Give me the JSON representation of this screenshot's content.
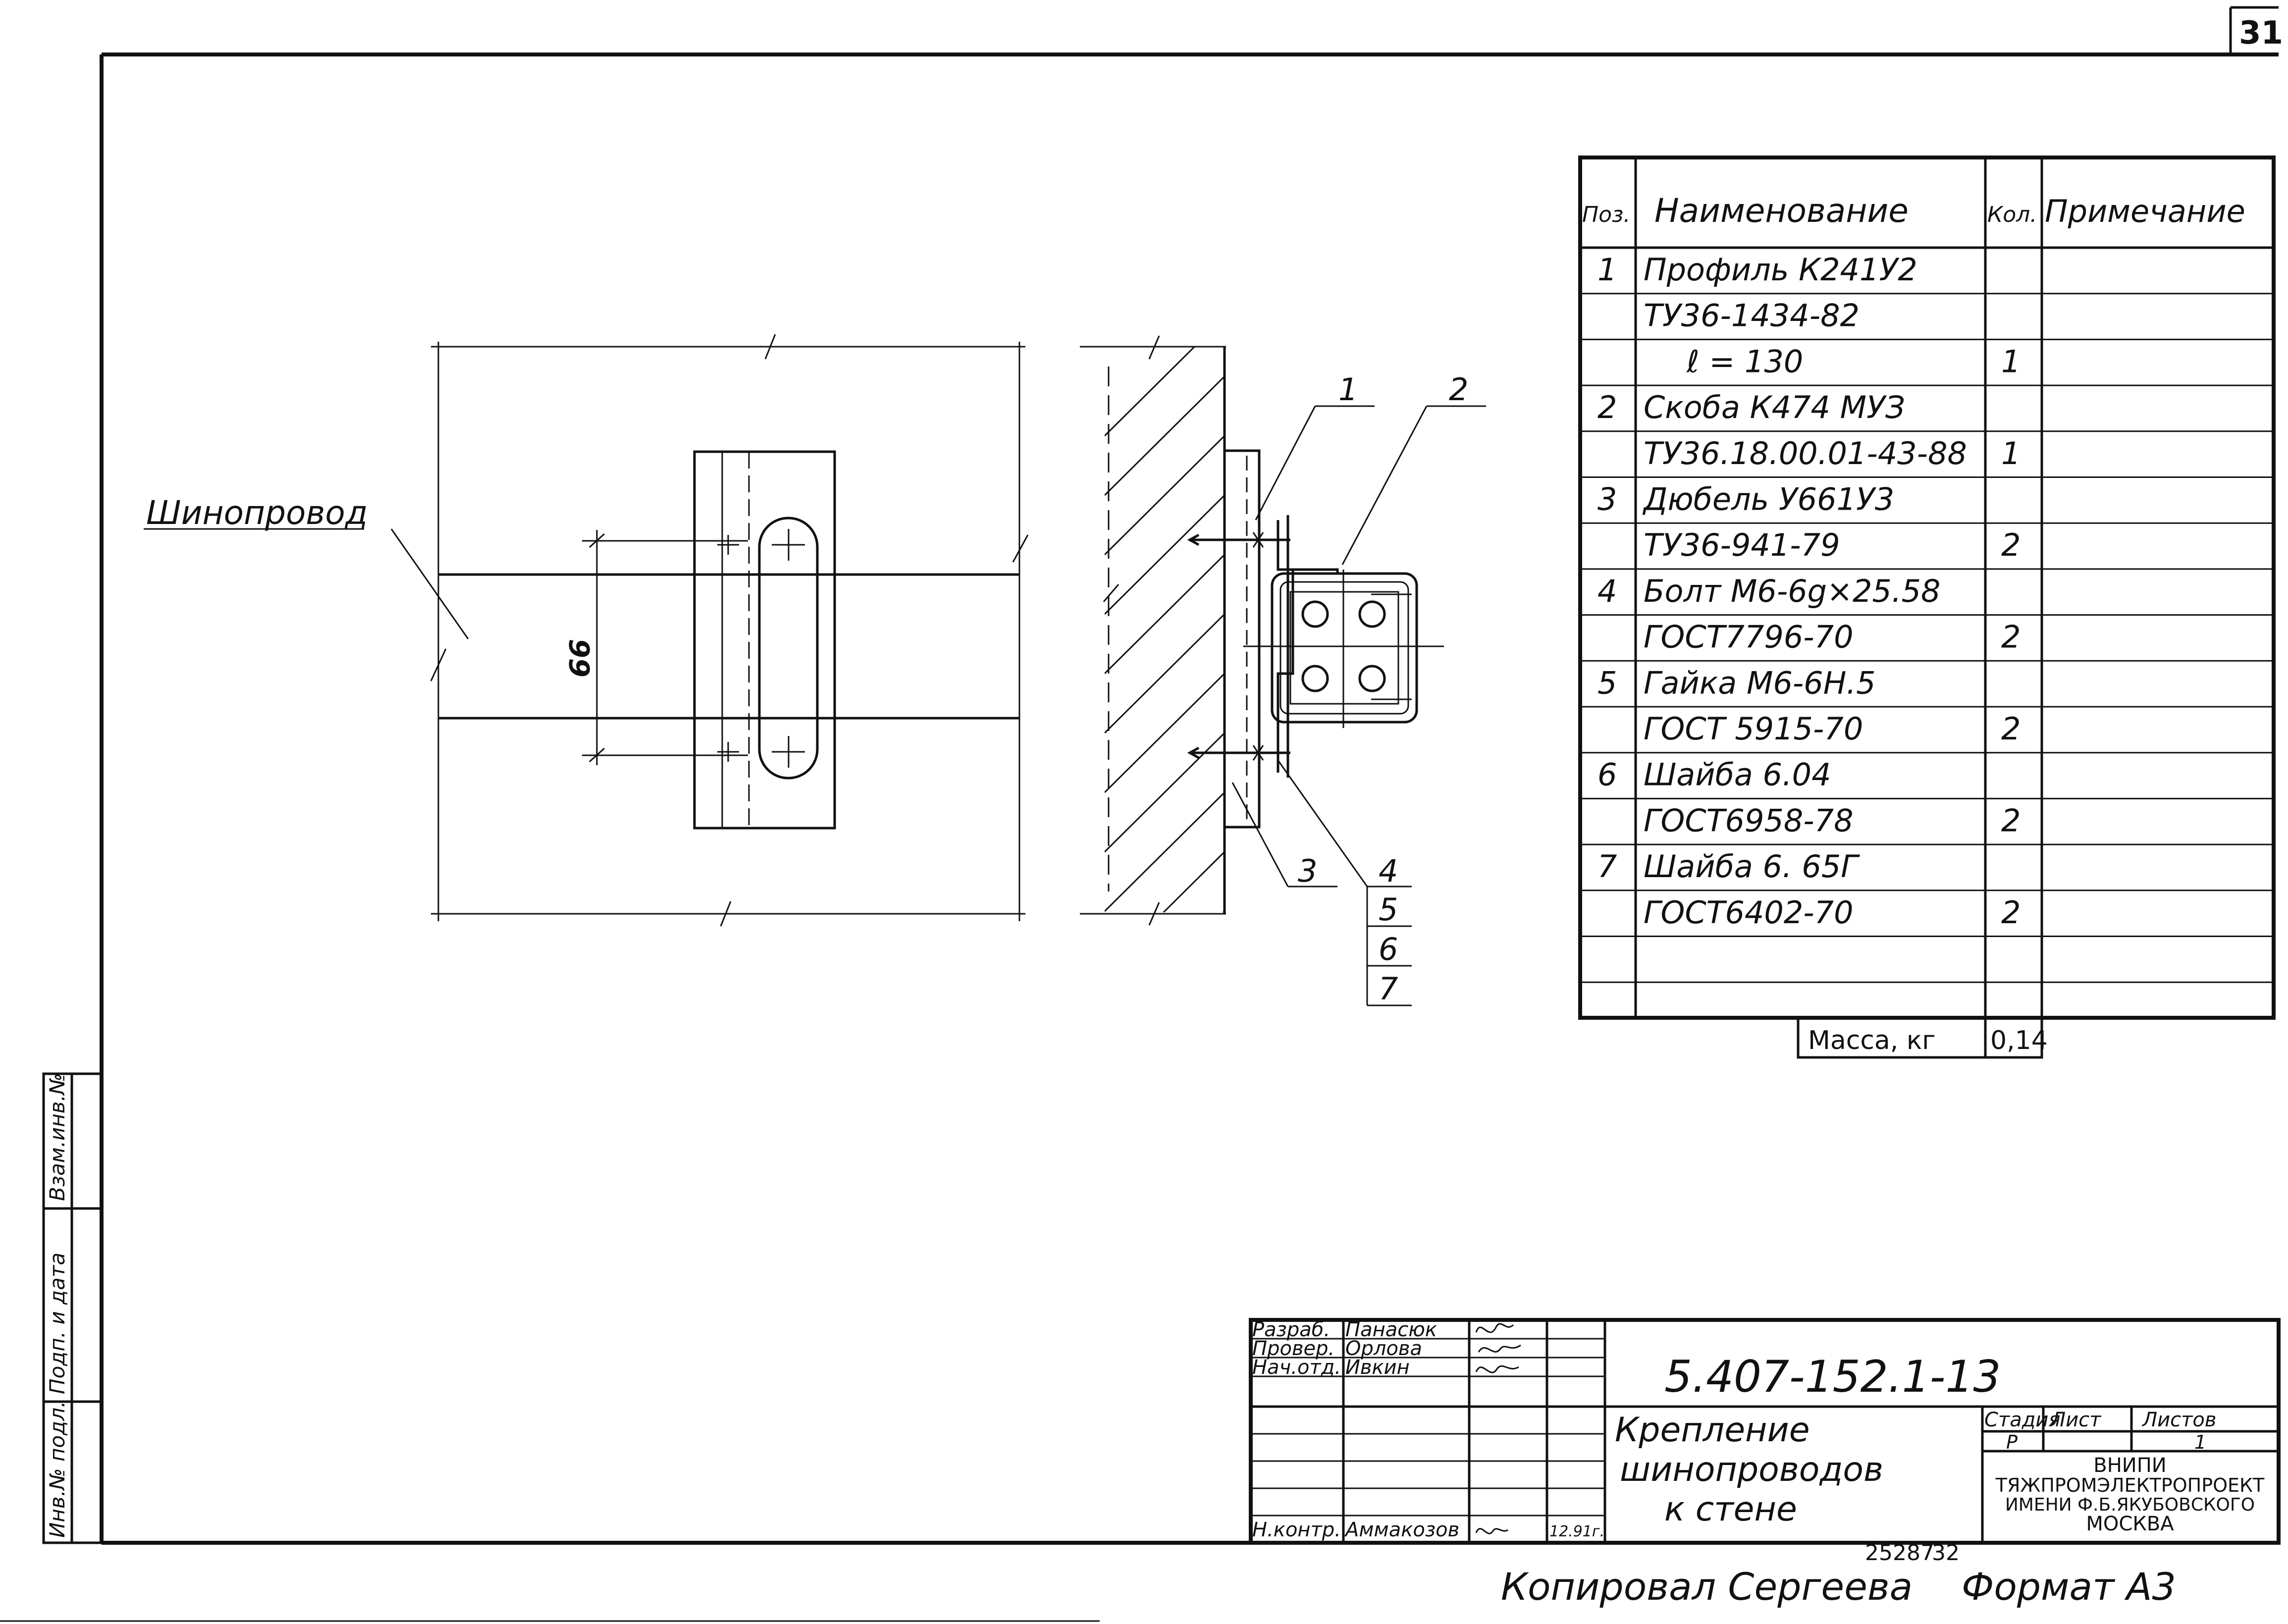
{
  "sheet_number": "31",
  "drawing": {
    "busbar_label": "Шинопровод",
    "dimension_66": "66",
    "callouts": [
      "1",
      "2",
      "3",
      "4",
      "5",
      "6",
      "7"
    ]
  },
  "spec_table": {
    "headers": {
      "pos": "Поз.",
      "name": "Наименование",
      "qty": "Кол.",
      "note": "Примечание"
    },
    "rows": [
      {
        "pos": "1",
        "name": "Профиль К241У2",
        "qty": ""
      },
      {
        "pos": "",
        "name": "ТУ36-1434-82",
        "qty": ""
      },
      {
        "pos": "",
        "name": "ℓ = 130",
        "qty": "1"
      },
      {
        "pos": "2",
        "name": "Скоба К474 МУЗ",
        "qty": ""
      },
      {
        "pos": "",
        "name": "ТУ36.18.00.01-43-88",
        "qty": "1"
      },
      {
        "pos": "3",
        "name": "Дюбель У661У3",
        "qty": ""
      },
      {
        "pos": "",
        "name": "ТУ36-941-79",
        "qty": "2"
      },
      {
        "pos": "4",
        "name": "Болт М6-6g×25.58",
        "qty": ""
      },
      {
        "pos": "",
        "name": "ГОСТ7796-70",
        "qty": "2"
      },
      {
        "pos": "5",
        "name": "Гайка М6-6Н.5",
        "qty": ""
      },
      {
        "pos": "",
        "name": "ГОСТ 5915-70",
        "qty": "2"
      },
      {
        "pos": "6",
        "name": "Шайба 6.04",
        "qty": ""
      },
      {
        "pos": "",
        "name": "ГОСТ6958-78",
        "qty": "2"
      },
      {
        "pos": "7",
        "name": "Шайба 6. 65Г",
        "qty": ""
      },
      {
        "pos": "",
        "name": "ГОСТ6402-70",
        "qty": "2"
      },
      {
        "pos": "",
        "name": "",
        "qty": ""
      },
      {
        "pos": "",
        "name": "",
        "qty": ""
      }
    ],
    "mass_label": "Масса, кг",
    "mass_value": "0,14"
  },
  "title_block": {
    "code": "5.407-152.1-13",
    "title_lines": [
      "Крепление",
      "шинопроводов",
      "к   стене"
    ],
    "roles": [
      {
        "role": "Разраб.",
        "name": "Панасюк"
      },
      {
        "role": "Провер.",
        "name": "Орлова"
      },
      {
        "role": "Нач.отд.",
        "name": "Ивкин"
      },
      {
        "role": "Н.контр.",
        "name": "Аммакозов"
      }
    ],
    "date": "12.91г.",
    "stage_label": "Стадия",
    "sheet_label": "Лист",
    "sheets_label": "Листов",
    "stage": "Р",
    "sheets_total": "1",
    "org_lines": [
      "ВНИПИ",
      "ТЯЖПРОМЭЛЕКТРОПРОЕКТ",
      "ИМЕНИ Ф.Б.ЯКУБОВСКОГО",
      "МОСКВА"
    ]
  },
  "side_stamp": [
    "Инв.№ подл.",
    "Подп. и дата",
    "Взам.инв.№"
  ],
  "footer": {
    "inventory": "25287",
    "number": "32",
    "copied_by": "Копировал Сергеева",
    "format": "Формат А3"
  }
}
